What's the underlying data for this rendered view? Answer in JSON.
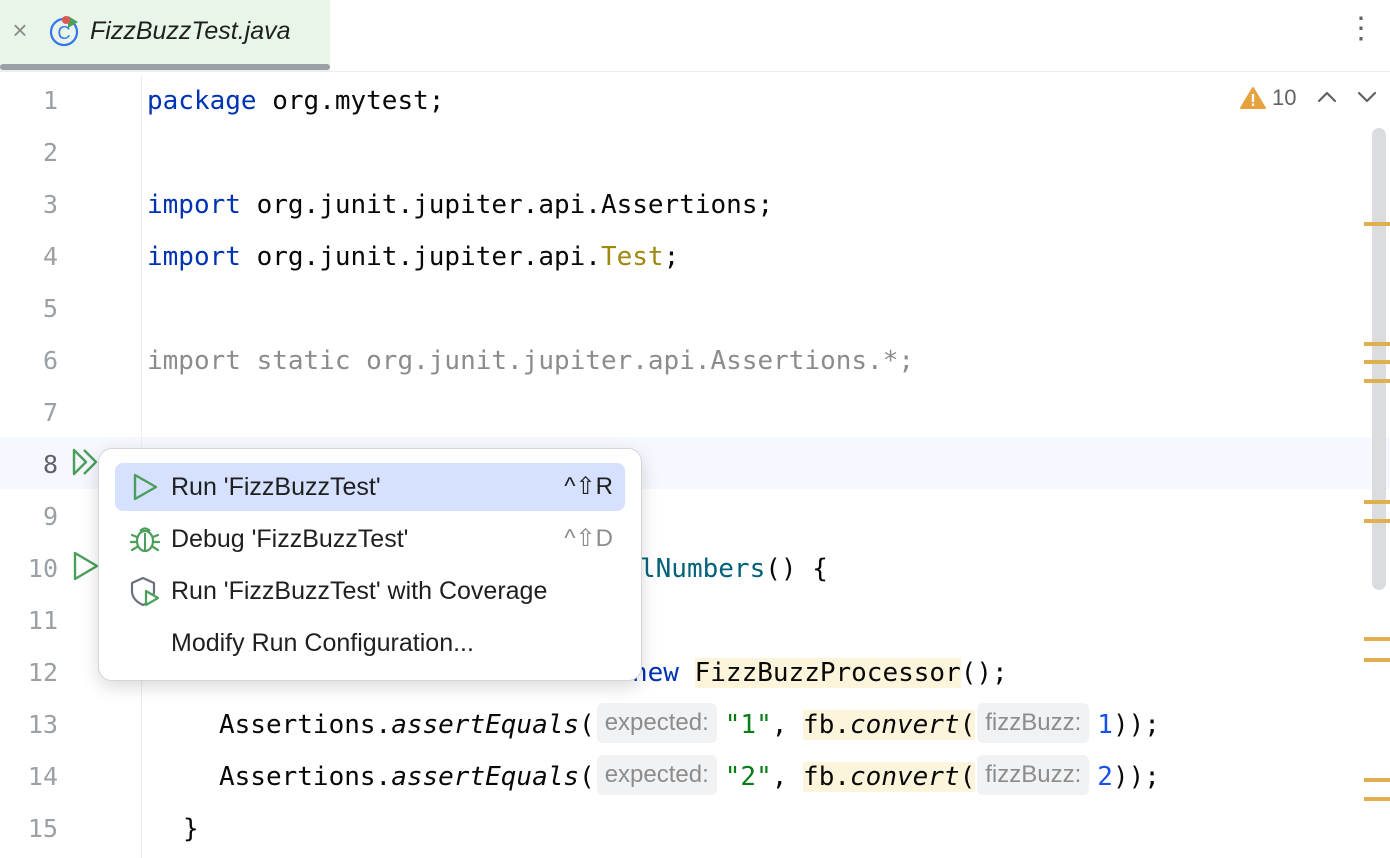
{
  "tab": {
    "title": "FizzBuzzTest.java",
    "close_glyph": "×",
    "more_glyph": "⋮"
  },
  "inspections": {
    "warning_count": "10"
  },
  "line_numbers": [
    "1",
    "2",
    "3",
    "4",
    "5",
    "6",
    "7",
    "8",
    "9",
    "10",
    "11",
    "12",
    "13",
    "14",
    "15"
  ],
  "code": {
    "l1": {
      "kw": "package",
      "rest": " org.mytest;"
    },
    "l3": {
      "kw": "import",
      "rest": " org.junit.jupiter.api.Assertions;"
    },
    "l4": {
      "kw": "import",
      "rest": " org.junit.jupiter.api.",
      "cls": "Test",
      "end": ";"
    },
    "l6": {
      "text": "import static org.junit.jupiter.api.Assertions.*;"
    },
    "l10": {
      "method": "lNumbers",
      "rest": "() {"
    },
    "l12": {
      "kw": "new",
      "cls": "FizzBuzzProcessor",
      "end": "();"
    },
    "l13": {
      "obj": "Assertions.",
      "method": "assertEquals",
      "paren": "(",
      "hint1": "expected:",
      "str": "\"1\"",
      "sep": ", ",
      "var": "fb",
      "dot": ".",
      "call": "convert",
      "paren2": "(",
      "hint2": "fizzBuzz:",
      "num": "1",
      "end": "));"
    },
    "l14": {
      "obj": "Assertions.",
      "method": "assertEquals",
      "paren": "(",
      "hint1": "expected:",
      "str": "\"2\"",
      "sep": ", ",
      "var": "fb",
      "dot": ".",
      "call": "convert",
      "paren2": "(",
      "hint2": "fizzBuzz:",
      "num": "2",
      "end": "));"
    },
    "l15": {
      "text": "}"
    }
  },
  "popup": {
    "items": [
      {
        "label": "Run 'FizzBuzzTest'",
        "shortcut": "^⇧R",
        "icon": "run-icon"
      },
      {
        "label": "Debug 'FizzBuzzTest'",
        "shortcut": "^⇧D",
        "icon": "debug-icon"
      },
      {
        "label": "Run 'FizzBuzzTest' with Coverage",
        "shortcut": "",
        "icon": "coverage-icon"
      },
      {
        "label": "Modify Run Configuration...",
        "shortcut": "",
        "icon": ""
      }
    ]
  },
  "colors": {
    "keyword": "#0033b3",
    "annotation": "#9e880d",
    "string": "#067d17",
    "number": "#1750eb",
    "selection": "#d5e1ff",
    "run_green": "#4b9f5a"
  }
}
